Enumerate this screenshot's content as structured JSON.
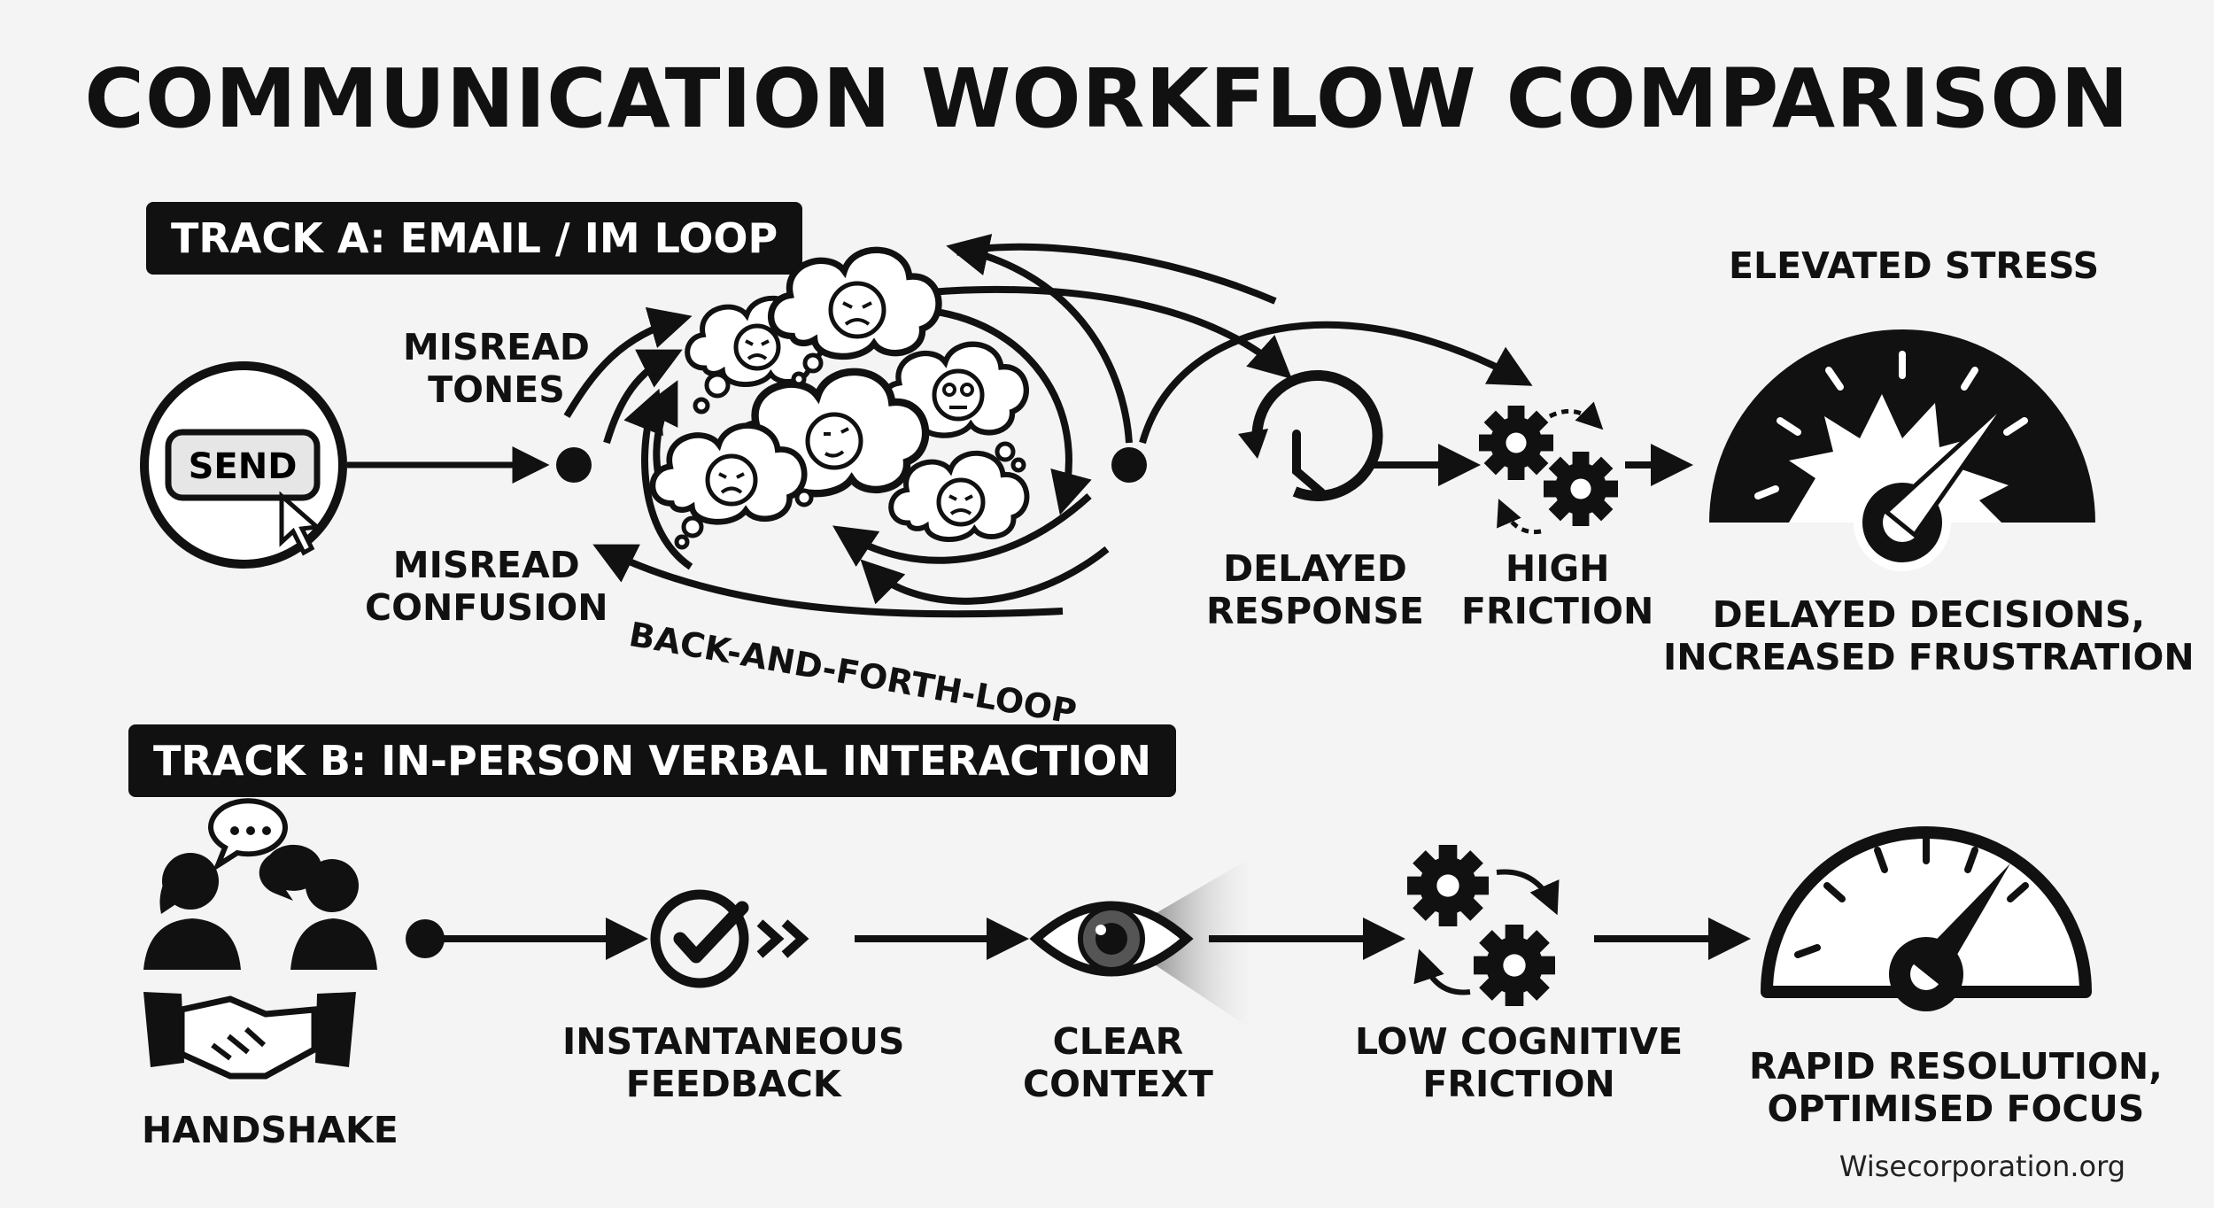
{
  "title": "COMMUNICATION WORKFLOW COMPARISON",
  "track_a": {
    "label": "TRACK A: EMAIL / IM LOOP",
    "send_button": "SEND",
    "misread_tones": [
      "MISREAD",
      "TONES"
    ],
    "misread_confusion": [
      "MISREAD",
      "CONFUSION"
    ],
    "loop_label": "BACK-AND-FORTH-LOOP",
    "delayed_response": [
      "DELAYED",
      "RESPONSE"
    ],
    "high_friction": [
      "HIGH",
      "FRICTION"
    ],
    "stress_title": "ELEVATED STRESS",
    "outcome": [
      "DELAYED DECISIONS,",
      "INCREASED FRUSTRATION"
    ]
  },
  "track_b": {
    "label": "TRACK B: IN-PERSON VERBAL INTERACTION",
    "handshake": "HANDSHAKE",
    "instant_feedback": [
      "INSTANTANEOUS",
      "FEEDBACK"
    ],
    "clear_context": [
      "CLEAR",
      "CONTEXT"
    ],
    "low_friction": [
      "LOW COGNITIVE",
      "FRICTION"
    ],
    "outcome": [
      "RAPID RESOLUTION,",
      "OPTIMISED FOCUS"
    ]
  },
  "watermark": "Wisecorporation.org",
  "colors": {
    "ink": "#111111",
    "background": "#f4f4f4",
    "label_bg": "#111111",
    "label_text": "#ffffff"
  },
  "icons": [
    "send-button-icon",
    "thought-cloud-icon",
    "clock-icon",
    "gears-icon",
    "stress-gauge-icon",
    "people-chat-icon",
    "handshake-icon",
    "checkmark-icon",
    "eye-icon",
    "speed-gauge-icon"
  ]
}
